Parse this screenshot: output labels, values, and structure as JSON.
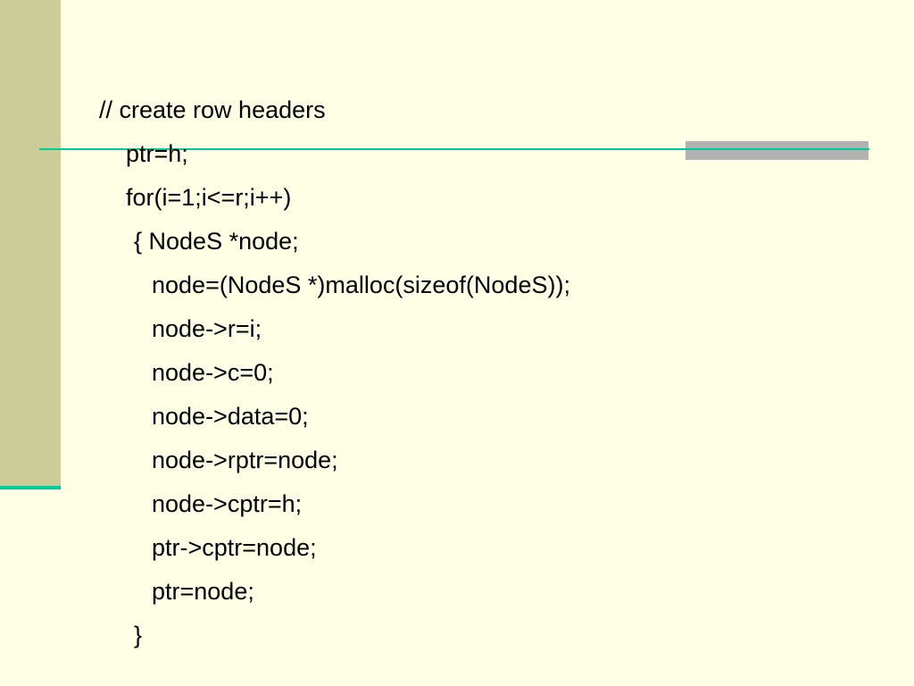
{
  "slide": {
    "code_lines": [
      "// create row headers",
      "ptr=h;",
      "for(i=1;i<=r;i++)",
      "{ NodeS *node;",
      "node=(NodeS *)malloc(sizeof(NodeS));",
      "node->r=i;",
      "node->c=0;",
      "node->data=0;",
      "node->rptr=node;",
      "node->cptr=h;",
      "ptr->cptr=node;",
      "ptr=node;",
      "}"
    ]
  },
  "colors": {
    "background": "#FFFFE5",
    "sidebar": "#CCCC99",
    "rule": "#00CC99",
    "accent_bar": "#B2B2B2",
    "text": "#000000"
  }
}
